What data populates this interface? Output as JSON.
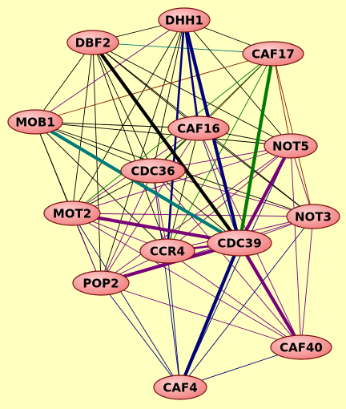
{
  "diagram": {
    "type": "network-graph",
    "background": "#ffffc0",
    "node_style": {
      "fill_light": "#ffd0d0",
      "fill_dark": "#f07878",
      "stroke": "#7a1010"
    },
    "edge_colors": {
      "black": "#000000",
      "navy": "#00007a",
      "purple": "#7a007a",
      "teal": "#007a7a",
      "green": "#007a00",
      "brown": "#8a1a00"
    },
    "nodes": [
      {
        "id": "DHH1",
        "label": "DHH1"
      },
      {
        "id": "DBF2",
        "label": "DBF2"
      },
      {
        "id": "CAF17",
        "label": "CAF17"
      },
      {
        "id": "MOB1",
        "label": "MOB1"
      },
      {
        "id": "CAF16",
        "label": "CAF16"
      },
      {
        "id": "NOT5",
        "label": "NOT5"
      },
      {
        "id": "CDC36",
        "label": "CDC36"
      },
      {
        "id": "MOT2",
        "label": "MOT2"
      },
      {
        "id": "NOT3",
        "label": "NOT3"
      },
      {
        "id": "CDC39",
        "label": "CDC39"
      },
      {
        "id": "CCR4",
        "label": "CCR4"
      },
      {
        "id": "POP2",
        "label": "POP2"
      },
      {
        "id": "CAF40",
        "label": "CAF40"
      },
      {
        "id": "CAF4",
        "label": "CAF4"
      }
    ],
    "edges": [
      {
        "source": "DBF2",
        "target": "CDC39",
        "color": "black",
        "weight": "heavy"
      },
      {
        "source": "DHH1",
        "target": "CDC39",
        "color": "navy",
        "weight": "heavy"
      },
      {
        "source": "CAF17",
        "target": "CDC39",
        "color": "green",
        "weight": "heavy"
      },
      {
        "source": "MOB1",
        "target": "CDC39",
        "color": "teal",
        "weight": "heavy"
      },
      {
        "source": "NOT5",
        "target": "CDC39",
        "color": "purple",
        "weight": "heavy"
      },
      {
        "source": "MOT2",
        "target": "CDC39",
        "color": "purple",
        "weight": "heavy"
      },
      {
        "source": "POP2",
        "target": "CDC39",
        "color": "purple",
        "weight": "heavy"
      },
      {
        "source": "CDC39",
        "target": "CAF40",
        "color": "purple",
        "weight": "heavy"
      },
      {
        "source": "CDC39",
        "target": "CAF4",
        "color": "navy",
        "weight": "heavy"
      },
      {
        "source": "DHH1",
        "target": "CAF16",
        "color": "navy",
        "weight": "medium"
      },
      {
        "source": "DHH1",
        "target": "CCR4",
        "color": "navy",
        "weight": "medium"
      },
      {
        "source": "CCR4",
        "target": "CDC39",
        "color": "purple",
        "weight": "medium"
      },
      {
        "source": "DBF2",
        "target": "DHH1",
        "color": "black",
        "weight": "thin"
      },
      {
        "source": "DBF2",
        "target": "CAF17",
        "color": "teal",
        "weight": "thin"
      },
      {
        "source": "DBF2",
        "target": "MOB1",
        "color": "black",
        "weight": "thin"
      },
      {
        "source": "DBF2",
        "target": "CAF16",
        "color": "black",
        "weight": "thin"
      },
      {
        "source": "DBF2",
        "target": "NOT5",
        "color": "black",
        "weight": "thin"
      },
      {
        "source": "DBF2",
        "target": "CDC36",
        "color": "black",
        "weight": "thin"
      },
      {
        "source": "DBF2",
        "target": "MOT2",
        "color": "black",
        "weight": "thin"
      },
      {
        "source": "DBF2",
        "target": "CCR4",
        "color": "black",
        "weight": "thin"
      },
      {
        "source": "DBF2",
        "target": "POP2",
        "color": "black",
        "weight": "thin"
      },
      {
        "source": "DBF2",
        "target": "NOT3",
        "color": "black",
        "weight": "thin"
      },
      {
        "source": "DHH1",
        "target": "MOB1",
        "color": "purple",
        "weight": "thin"
      },
      {
        "source": "DHH1",
        "target": "CAF17",
        "color": "black",
        "weight": "thin"
      },
      {
        "source": "DHH1",
        "target": "NOT5",
        "color": "black",
        "weight": "thin"
      },
      {
        "source": "DHH1",
        "target": "CDC36",
        "color": "black",
        "weight": "thin"
      },
      {
        "source": "DHH1",
        "target": "MOT2",
        "color": "black",
        "weight": "thin"
      },
      {
        "source": "DHH1",
        "target": "POP2",
        "color": "black",
        "weight": "thin"
      },
      {
        "source": "CAF17",
        "target": "MOB1",
        "color": "brown",
        "weight": "thin"
      },
      {
        "source": "CAF17",
        "target": "CAF16",
        "color": "brown",
        "weight": "thin"
      },
      {
        "source": "CAF17",
        "target": "CDC36",
        "color": "green",
        "weight": "thin"
      },
      {
        "source": "CAF17",
        "target": "MOT2",
        "color": "green",
        "weight": "thin"
      },
      {
        "source": "CAF17",
        "target": "NOT5",
        "color": "brown",
        "weight": "thin"
      },
      {
        "source": "CAF17",
        "target": "NOT3",
        "color": "brown",
        "weight": "thin"
      },
      {
        "source": "CAF17",
        "target": "CCR4",
        "color": "green",
        "weight": "thin"
      },
      {
        "source": "MOB1",
        "target": "CAF16",
        "color": "black",
        "weight": "thin"
      },
      {
        "source": "MOB1",
        "target": "CDC36",
        "color": "black",
        "weight": "thin"
      },
      {
        "source": "MOB1",
        "target": "MOT2",
        "color": "black",
        "weight": "thin"
      },
      {
        "source": "MOB1",
        "target": "NOT5",
        "color": "black",
        "weight": "thin"
      },
      {
        "source": "MOB1",
        "target": "CCR4",
        "color": "black",
        "weight": "thin"
      },
      {
        "source": "MOB1",
        "target": "POP2",
        "color": "black",
        "weight": "thin"
      },
      {
        "source": "MOB1",
        "target": "NOT3",
        "color": "black",
        "weight": "thin"
      },
      {
        "source": "CAF16",
        "target": "NOT5",
        "color": "black",
        "weight": "thin"
      },
      {
        "source": "CAF16",
        "target": "CDC36",
        "color": "black",
        "weight": "thin"
      },
      {
        "source": "CAF16",
        "target": "MOT2",
        "color": "purple",
        "weight": "thin"
      },
      {
        "source": "CAF16",
        "target": "NOT3",
        "color": "black",
        "weight": "thin"
      },
      {
        "source": "CAF16",
        "target": "CDC39",
        "color": "navy",
        "weight": "thin"
      },
      {
        "source": "CAF16",
        "target": "CCR4",
        "color": "black",
        "weight": "thin"
      },
      {
        "source": "CAF16",
        "target": "POP2",
        "color": "purple",
        "weight": "thin"
      },
      {
        "source": "CAF16",
        "target": "CAF40",
        "color": "purple",
        "weight": "thin"
      },
      {
        "source": "NOT5",
        "target": "CDC36",
        "color": "purple",
        "weight": "thin"
      },
      {
        "source": "NOT5",
        "target": "MOT2",
        "color": "purple",
        "weight": "thin"
      },
      {
        "source": "NOT5",
        "target": "NOT3",
        "color": "purple",
        "weight": "thin"
      },
      {
        "source": "NOT5",
        "target": "CCR4",
        "color": "purple",
        "weight": "thin"
      },
      {
        "source": "NOT5",
        "target": "POP2",
        "color": "purple",
        "weight": "thin"
      },
      {
        "source": "NOT5",
        "target": "CAF40",
        "color": "purple",
        "weight": "thin"
      },
      {
        "source": "NOT5",
        "target": "CAF4",
        "color": "navy",
        "weight": "thin"
      },
      {
        "source": "CDC36",
        "target": "MOT2",
        "color": "black",
        "weight": "thin"
      },
      {
        "source": "CDC36",
        "target": "NOT3",
        "color": "purple",
        "weight": "thin"
      },
      {
        "source": "CDC36",
        "target": "CDC39",
        "color": "black",
        "weight": "thin"
      },
      {
        "source": "CDC36",
        "target": "CCR4",
        "color": "purple",
        "weight": "thin"
      },
      {
        "source": "CDC36",
        "target": "POP2",
        "color": "purple",
        "weight": "thin"
      },
      {
        "source": "CDC36",
        "target": "CAF40",
        "color": "purple",
        "weight": "thin"
      },
      {
        "source": "CDC36",
        "target": "CAF4",
        "color": "navy",
        "weight": "thin"
      },
      {
        "source": "MOT2",
        "target": "NOT3",
        "color": "purple",
        "weight": "thin"
      },
      {
        "source": "MOT2",
        "target": "CCR4",
        "color": "purple",
        "weight": "thin"
      },
      {
        "source": "MOT2",
        "target": "POP2",
        "color": "purple",
        "weight": "thin"
      },
      {
        "source": "MOT2",
        "target": "CAF40",
        "color": "purple",
        "weight": "thin"
      },
      {
        "source": "MOT2",
        "target": "CAF4",
        "color": "navy",
        "weight": "thin"
      },
      {
        "source": "NOT3",
        "target": "CDC39",
        "color": "purple",
        "weight": "thin"
      },
      {
        "source": "NOT3",
        "target": "CCR4",
        "color": "purple",
        "weight": "thin"
      },
      {
        "source": "NOT3",
        "target": "POP2",
        "color": "purple",
        "weight": "thin"
      },
      {
        "source": "NOT3",
        "target": "CAF40",
        "color": "purple",
        "weight": "thin"
      },
      {
        "source": "NOT3",
        "target": "CAF4",
        "color": "navy",
        "weight": "thin"
      },
      {
        "source": "CCR4",
        "target": "POP2",
        "color": "purple",
        "weight": "thin"
      },
      {
        "source": "CCR4",
        "target": "CAF40",
        "color": "purple",
        "weight": "thin"
      },
      {
        "source": "CCR4",
        "target": "CAF4",
        "color": "navy",
        "weight": "thin"
      },
      {
        "source": "POP2",
        "target": "CAF40",
        "color": "purple",
        "weight": "thin"
      },
      {
        "source": "POP2",
        "target": "CAF4",
        "color": "navy",
        "weight": "thin"
      },
      {
        "source": "CAF40",
        "target": "CAF4",
        "color": "navy",
        "weight": "thin"
      }
    ]
  }
}
